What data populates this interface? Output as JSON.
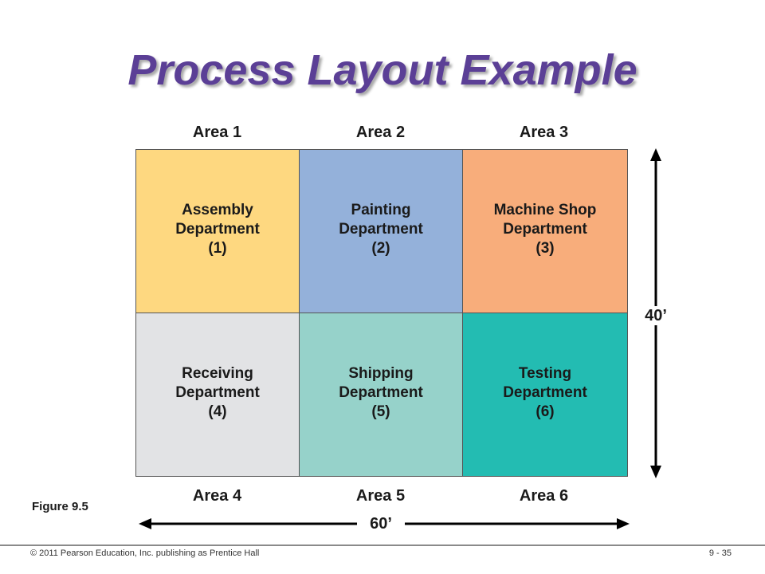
{
  "title": "Process Layout Example",
  "areas_top": [
    "Area 1",
    "Area 2",
    "Area 3"
  ],
  "areas_bottom": [
    "Area 4",
    "Area 5",
    "Area 6"
  ],
  "departments": [
    {
      "name": "Assembly",
      "line2": "Department",
      "number": "(1)",
      "color": "#fed880"
    },
    {
      "name": "Painting",
      "line2": "Department",
      "number": "(2)",
      "color": "#94b1da"
    },
    {
      "name": "Machine Shop",
      "line2": "Department",
      "number": "(3)",
      "color": "#f8ad7b"
    },
    {
      "name": "Receiving",
      "line2": "Department",
      "number": "(4)",
      "color": "#e2e3e5"
    },
    {
      "name": "Shipping",
      "line2": "Department",
      "number": "(5)",
      "color": "#96d2ca"
    },
    {
      "name": "Testing",
      "line2": "Department",
      "number": "(6)",
      "color": "#23bcb2"
    }
  ],
  "dimensions": {
    "height": "40’",
    "width": "60’"
  },
  "figure_label": "Figure 9.5",
  "footer": {
    "copyright": "© 2011 Pearson Education, Inc. publishing as Prentice Hall",
    "page": "9 - 35"
  }
}
